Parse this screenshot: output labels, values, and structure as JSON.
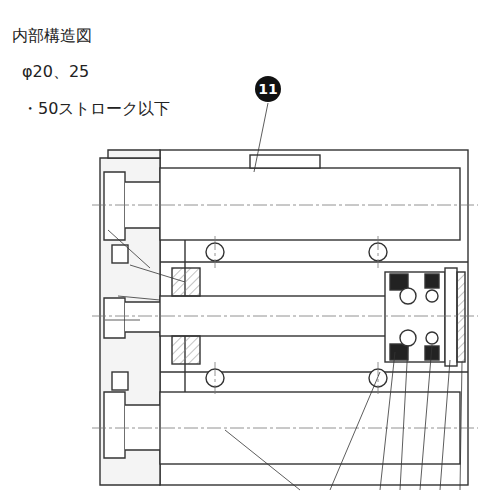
{
  "diagram": {
    "title": "内部構造図",
    "labels": [
      "φ20、25",
      "・50ストローク以下",
      "11"
    ]
  }
}
